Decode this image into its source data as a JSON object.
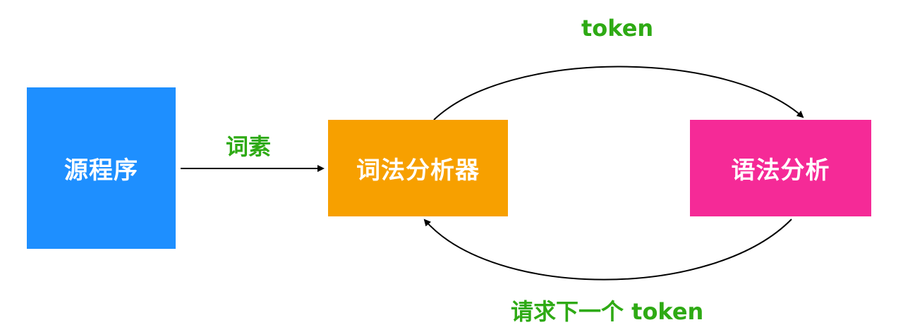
{
  "nodes": {
    "source": {
      "label": "源程序",
      "color": "#1e8fff"
    },
    "lexer": {
      "label": "词法分析器",
      "color": "#f7a000"
    },
    "parser": {
      "label": "语法分析",
      "color": "#f52a97"
    }
  },
  "edges": {
    "source_to_lexer": {
      "label": "词素"
    },
    "lexer_to_parser": {
      "label": "token"
    },
    "parser_to_lexer": {
      "label": "请求下一个 token"
    }
  },
  "colors": {
    "edge_label": "#2eaa14",
    "arrow": "#000000"
  }
}
